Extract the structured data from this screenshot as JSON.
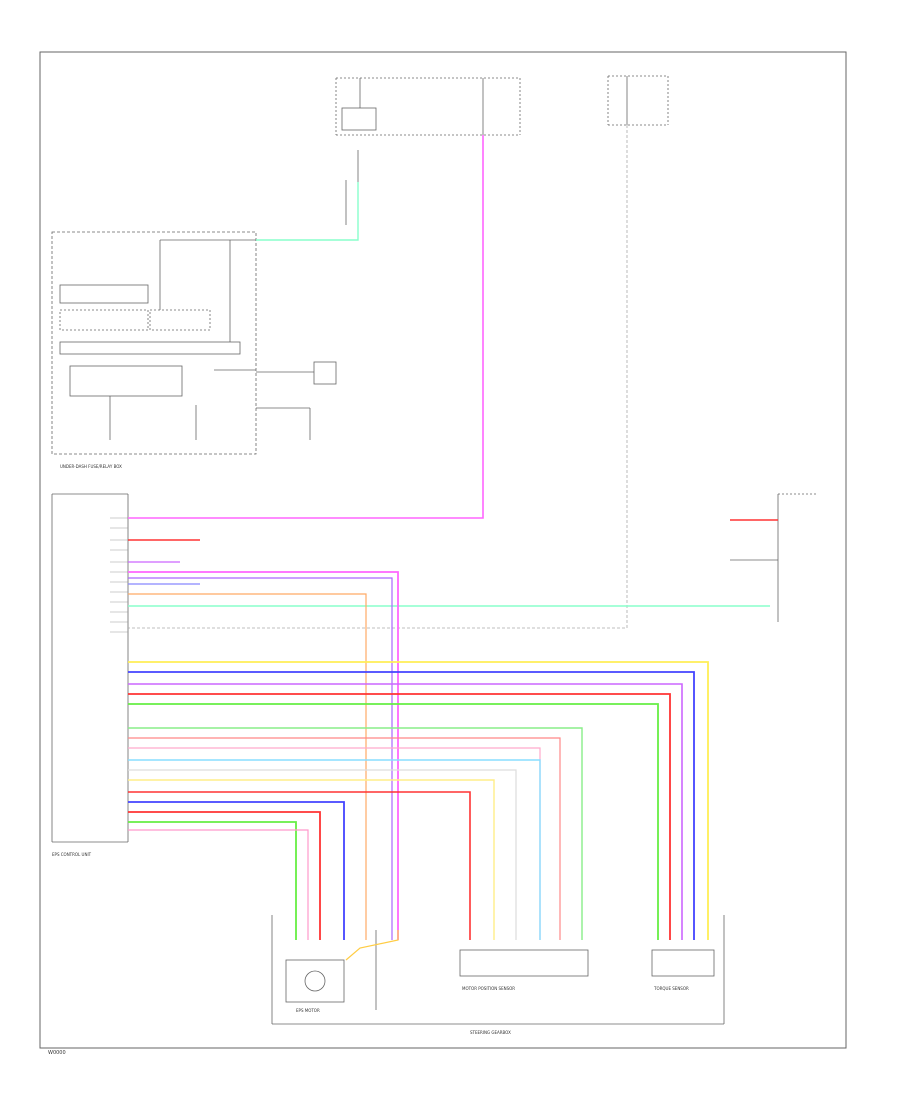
{
  "colors": {
    "frame": "#555555",
    "wire_pink": "#ff66ff",
    "wire_light_green": "#88ffcc",
    "wire_black": "#888888",
    "wire_red": "#ff3333",
    "wire_blue": "#4444ff",
    "wire_green": "#66ee44",
    "wire_yellow": "#ffee55",
    "wire_orange": "#ffaa66",
    "wire_violet": "#cc66ff",
    "wire_light_blue": "#88ddff",
    "wire_white": "#dddddd"
  },
  "labels": {
    "under_dash_module": "UNDER-DASH FUSE/RELAY BOX",
    "eps_control_unit": "EPS CONTROL UNIT",
    "eps_motor": "EPS MOTOR",
    "steering_gearbox": "STEERING GEARBOX",
    "torque_sensor": "TORQUE SENSOR",
    "motor_position_sensor": "MOTOR POSITION SENSOR",
    "footer_code": "W0000"
  }
}
